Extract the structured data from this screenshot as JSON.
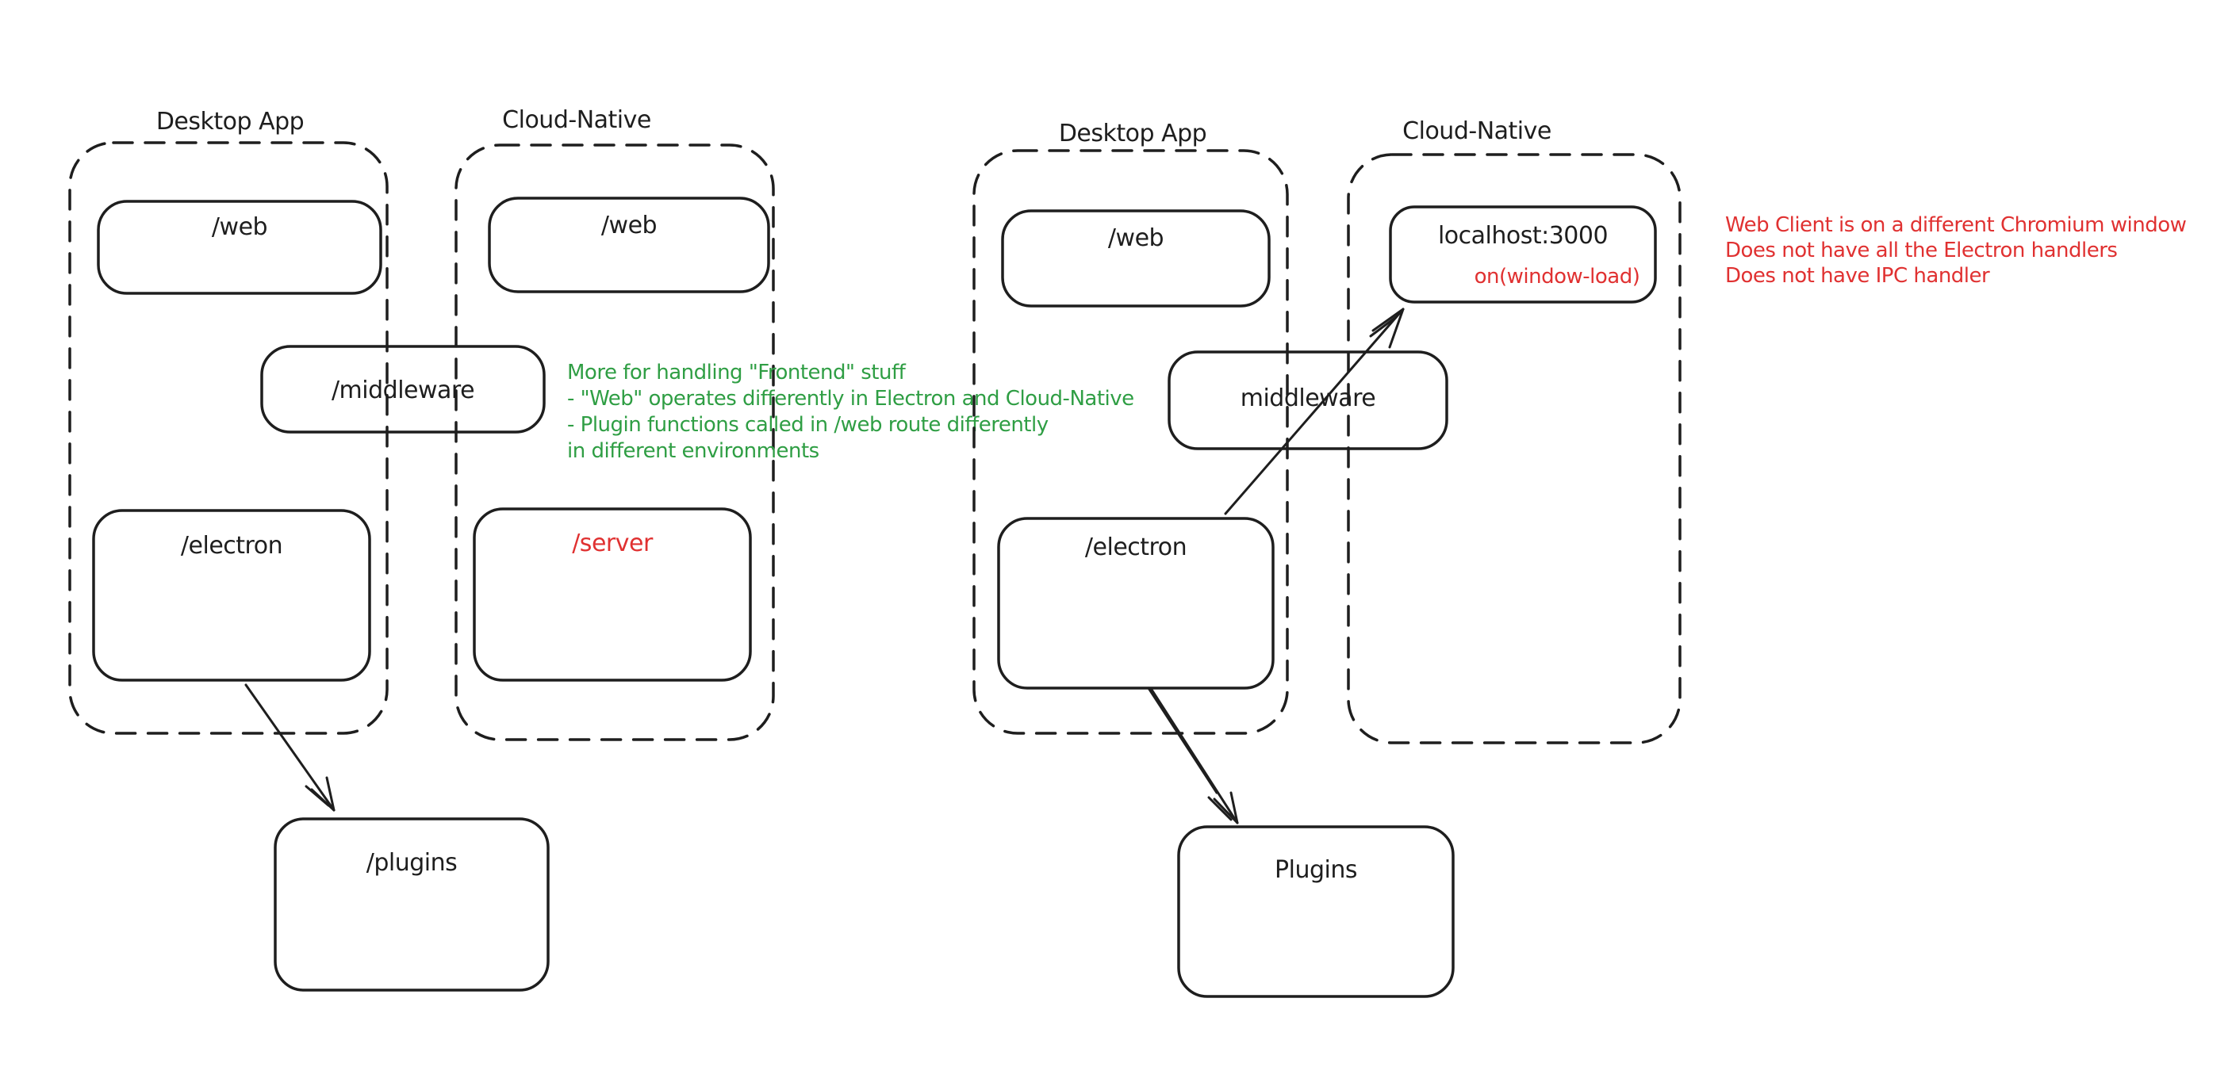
{
  "colors": {
    "stroke": "#1e1e1e",
    "green": "#2f9e44",
    "red": "#e03131",
    "background": "#ffffff"
  },
  "left": {
    "desktop_app": {
      "title": "Desktop App",
      "web": "/web",
      "middleware": "/middleware",
      "electron": "/electron"
    },
    "cloud_native": {
      "title": "Cloud-Native",
      "web": "/web",
      "server": "/server"
    },
    "plugins": "/plugins",
    "green_note": [
      "More for handling \"Frontend\" stuff",
      "- \"Web\" operates differently in Electron and Cloud-Native",
      "- Plugin functions called in /web route differently",
      "in different environments"
    ]
  },
  "right": {
    "desktop_app": {
      "title": "Desktop App",
      "web": "/web",
      "middleware": "middleware",
      "electron": "/electron"
    },
    "cloud_native": {
      "title": "Cloud-Native",
      "localhost": "localhost:3000",
      "window_load": "on(window-load)"
    },
    "plugins": "Plugins",
    "red_note": [
      "Web Client is on a different Chromium window",
      "Does not have all the Electron handlers",
      "Does not have IPC handler"
    ]
  }
}
